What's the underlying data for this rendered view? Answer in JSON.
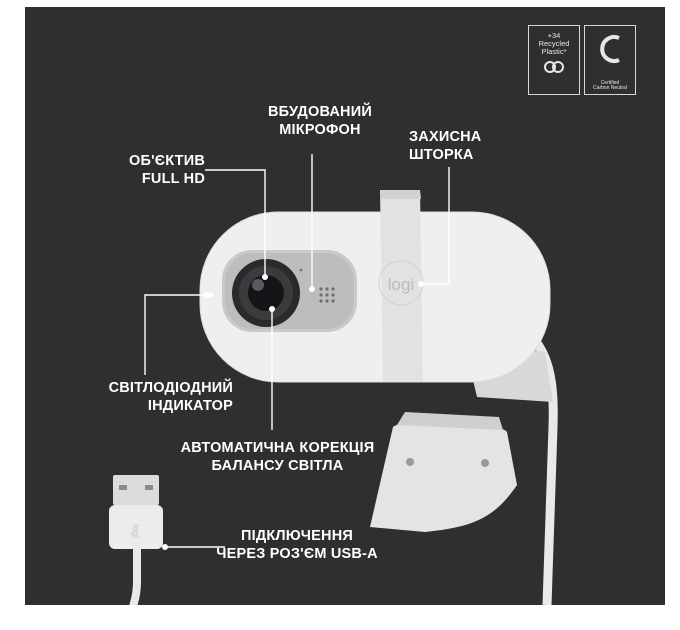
{
  "labels": {
    "mic": "ВБУДОВАНИЙ\nМІКРОФОН",
    "lens": "ОБ'ЄКТИВ\nFULL HD",
    "shutter": "ЗАХИСНА\nШТОРКА",
    "led": "СВІТЛОДІОДНИЙ\nІНДИКАТОР",
    "autolight": "АВТОМАТИЧНА КОРЕКЦІЯ\nБАЛАНСУ СВІТЛА",
    "usb": "ПІДКЛЮЧЕННЯ\nЧЕРЕЗ РОЗ'ЄМ USB-A"
  },
  "badges": {
    "recycled": "+34\nRecycled\nPlastic*",
    "carbon_small": "Certified\nCarbon Neutral"
  },
  "brand": {
    "logo": "logi",
    "usb_logo": "logi"
  },
  "colors": {
    "background": "#2f2f30",
    "device": "#efefef",
    "accent_text": "#ffffff"
  }
}
